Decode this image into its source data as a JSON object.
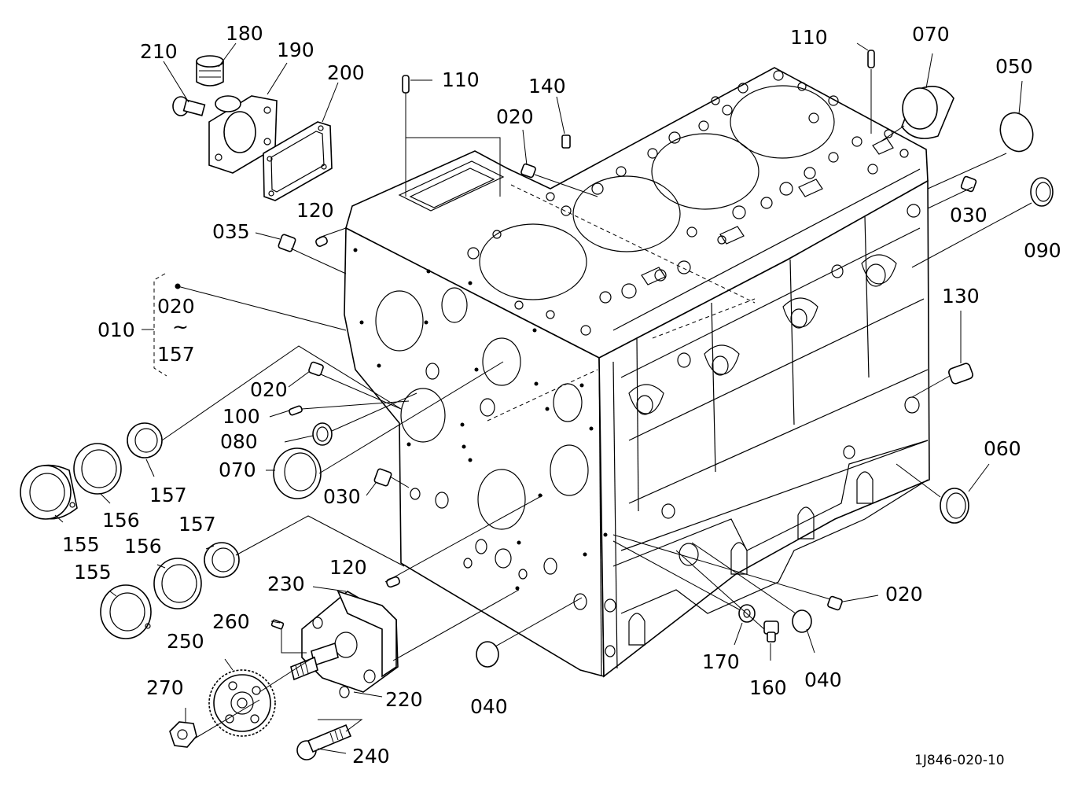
{
  "drawing_number": "1J846-020-10",
  "callouts": {
    "p210": "210",
    "p180": "180",
    "p190": "190",
    "p200": "200",
    "p110a": "110",
    "p110b": "110",
    "p140": "140",
    "p020a": "020",
    "p070a": "070",
    "p050": "050",
    "p030a": "030",
    "p090": "090",
    "p120a": "120",
    "p035": "035",
    "p010": "010",
    "p010_from": "020",
    "p010_tilde": "~",
    "p010_to": "157",
    "p020b": "020",
    "p100": "100",
    "p080": "080",
    "p070b": "070",
    "p030b": "030",
    "p130": "130",
    "p060": "060",
    "p157a": "157",
    "p156a": "156",
    "p155a": "155",
    "p157b": "157",
    "p156b": "156",
    "p155b": "155",
    "p120b": "120",
    "p230": "230",
    "p260": "260",
    "p250": "250",
    "p270": "270",
    "p220": "220",
    "p240": "240",
    "p040a": "040",
    "p020c": "020",
    "p170": "170",
    "p160": "160",
    "p040b": "040"
  }
}
